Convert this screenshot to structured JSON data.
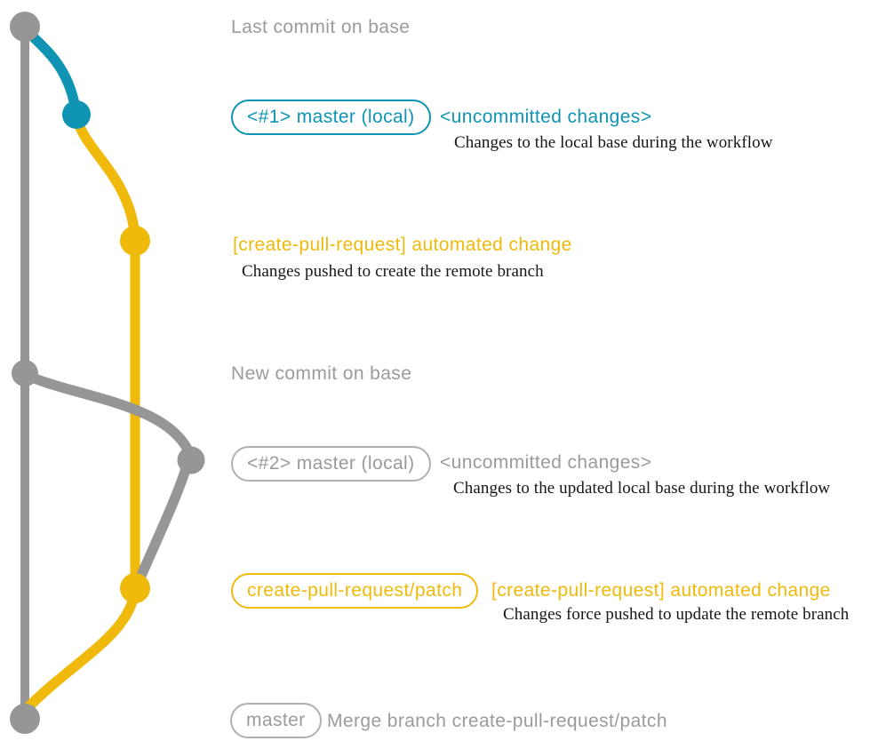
{
  "palette": {
    "teal": "#0f94b4",
    "yellow": "#f0ba0c",
    "gray": "#9b9b9b",
    "grayline": "#969696",
    "graysoft": "#b0b0b0",
    "ink": "#161616"
  },
  "graph": {
    "nodes": [
      {
        "id": "last-commit-on-base",
        "color": "gray"
      },
      {
        "id": "master-local-1",
        "color": "teal"
      },
      {
        "id": "create-pull-request-commit-1",
        "color": "yellow"
      },
      {
        "id": "new-commit-on-base",
        "color": "gray"
      },
      {
        "id": "master-local-2",
        "color": "gray"
      },
      {
        "id": "create-pull-request-commit-2",
        "color": "yellow"
      },
      {
        "id": "merge-commit",
        "color": "gray"
      }
    ],
    "edges": [
      {
        "from": "last-commit-on-base",
        "to": "merge-commit",
        "color": "gray"
      },
      {
        "from": "last-commit-on-base",
        "to": "master-local-1",
        "color": "teal"
      },
      {
        "from": "master-local-1",
        "to": "create-pull-request-commit-1",
        "color": "yellow"
      },
      {
        "from": "create-pull-request-commit-1",
        "to": "create-pull-request-commit-2",
        "color": "yellow"
      },
      {
        "from": "new-commit-on-base",
        "to": "master-local-2",
        "color": "gray"
      },
      {
        "from": "master-local-2",
        "to": "create-pull-request-commit-2",
        "color": "gray"
      },
      {
        "from": "create-pull-request-commit-2",
        "to": "merge-commit",
        "color": "yellow"
      }
    ]
  },
  "annotations": {
    "last_commit": {
      "caption": "Last commit on base"
    },
    "master_local_1": {
      "badge": "<#1> master (local)",
      "heading": "<uncommitted changes>",
      "detail": "Changes to the local base during the workflow"
    },
    "patch_1": {
      "heading": "[create-pull-request] automated change",
      "detail": "Changes pushed to create the remote branch"
    },
    "new_commit": {
      "caption": "New commit on base"
    },
    "master_local_2": {
      "badge": "<#2> master (local)",
      "heading": "<uncommitted changes>",
      "detail": "Changes to the updated local base during the workflow"
    },
    "patch_2": {
      "badge": "create-pull-request/patch",
      "heading": "[create-pull-request] automated change",
      "detail": "Changes force pushed to update the remote branch"
    },
    "merge": {
      "badge": "master",
      "caption": "Merge branch create-pull-request/patch"
    }
  }
}
